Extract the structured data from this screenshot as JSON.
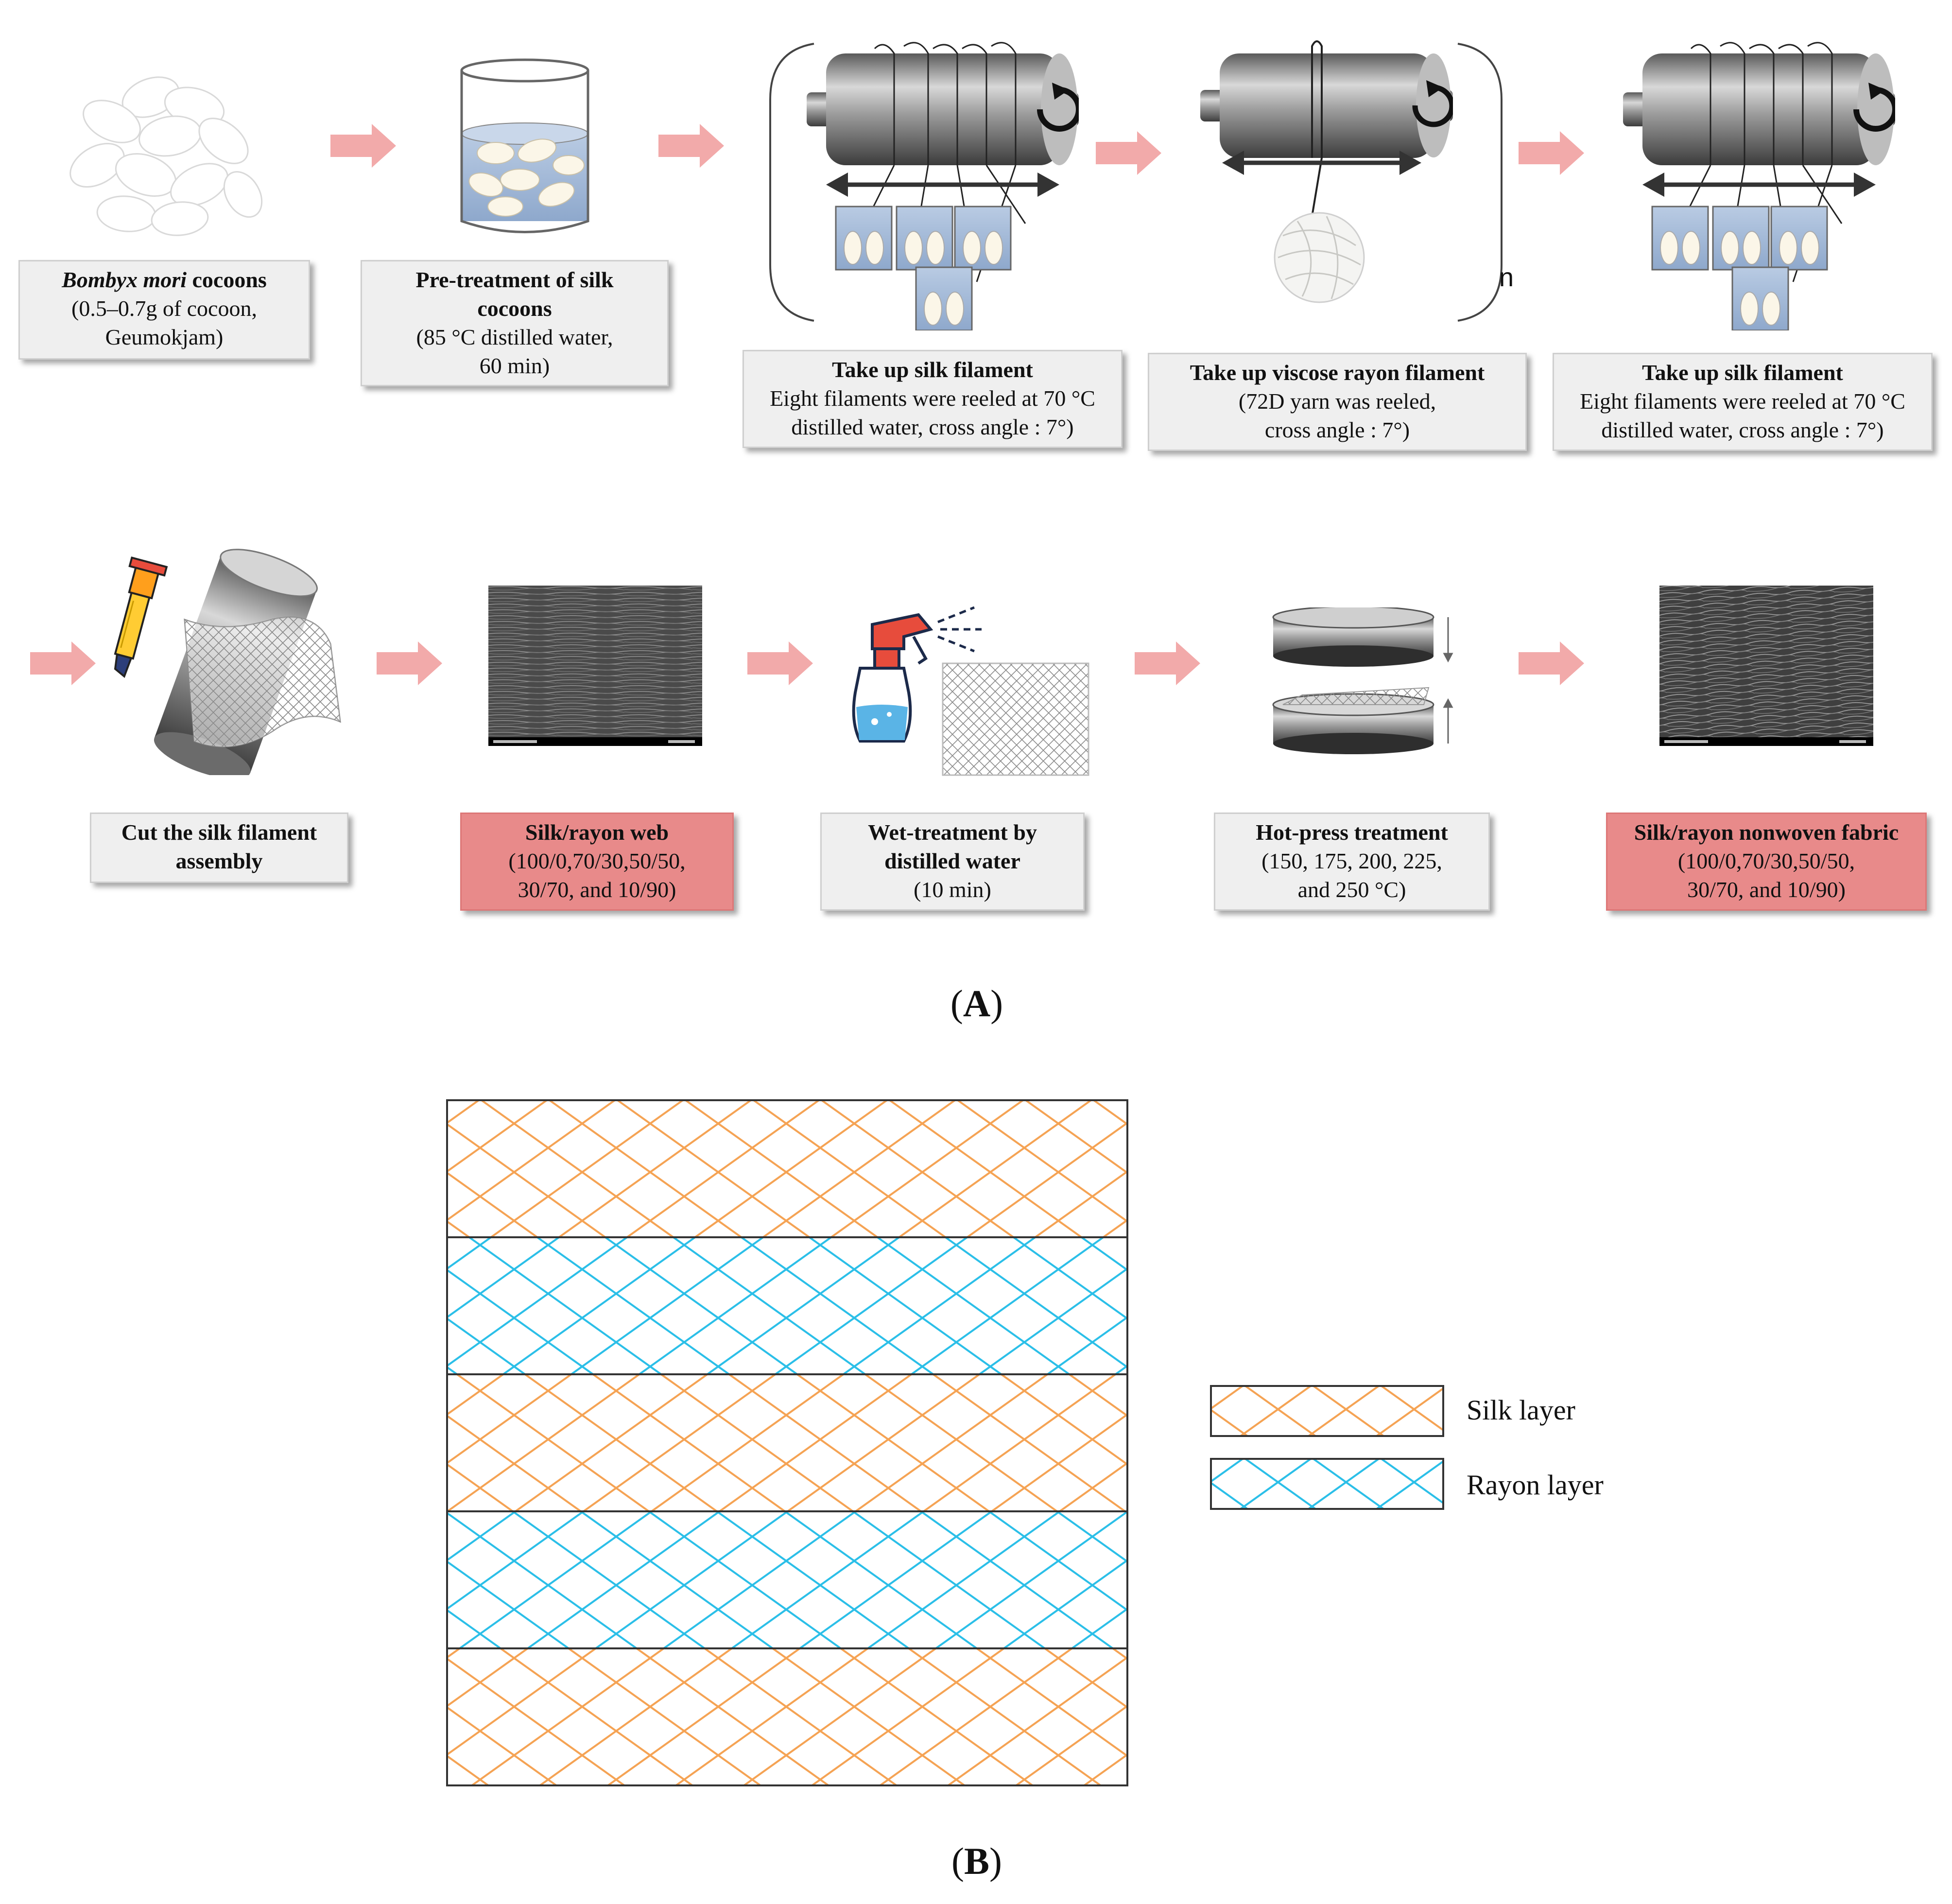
{
  "panel_a": {
    "label_open": "(",
    "label_letter": "A",
    "label_close": ")",
    "repeat_symbol": "n",
    "row1": [
      {
        "title_italic": "Bombyx mori",
        "title_rest": " cocoons",
        "lines": [
          "(0.5–0.7g of cocoon,",
          "Geumokjam)"
        ]
      },
      {
        "title": "Pre-treatment of silk cocoons",
        "lines": [
          "(85 °C distilled water,",
          "60 min)"
        ]
      },
      {
        "title": "Take up silk filament",
        "lines": [
          "Eight filaments were reeled at 70 °C",
          "distilled water, cross angle : 7°)"
        ]
      },
      {
        "title": "Take up viscose rayon filament",
        "lines": [
          "(72D yarn was reeled,",
          "cross angle : 7°)"
        ]
      },
      {
        "title": "Take up silk filament",
        "lines": [
          "Eight filaments were reeled at 70 °C",
          "distilled water, cross angle : 7°)"
        ]
      }
    ],
    "row2": [
      {
        "title": "Cut the silk filament assembly",
        "lines": []
      },
      {
        "title": "Silk/rayon web",
        "lines": [
          "(100/0,70/30,50/50,",
          "30/70, and 10/90)"
        ]
      },
      {
        "title": "Wet-treatment by distilled water",
        "lines": [
          "(10 min)"
        ]
      },
      {
        "title": "Hot-press treatment",
        "lines": [
          "(150, 175, 200, 225,",
          "and 250 °C)"
        ]
      },
      {
        "title": "Silk/rayon nonwoven fabric",
        "lines": [
          "(100/0,70/30,50/50,",
          "30/70, and 10/90)"
        ]
      }
    ]
  },
  "panel_b": {
    "label_open": "(",
    "label_letter": "B",
    "label_close": ")",
    "layers": [
      "silk",
      "rayon",
      "silk",
      "rayon",
      "silk"
    ],
    "legend": [
      {
        "key": "silk",
        "label": "Silk layer"
      },
      {
        "key": "rayon",
        "label": "Rayon layer"
      }
    ]
  },
  "colors": {
    "silk": "#f5a354",
    "rayon": "#2bbfe8",
    "arrow": "#f2aaaa",
    "highlight_box": "#e88a8a",
    "box": "#efefef"
  }
}
